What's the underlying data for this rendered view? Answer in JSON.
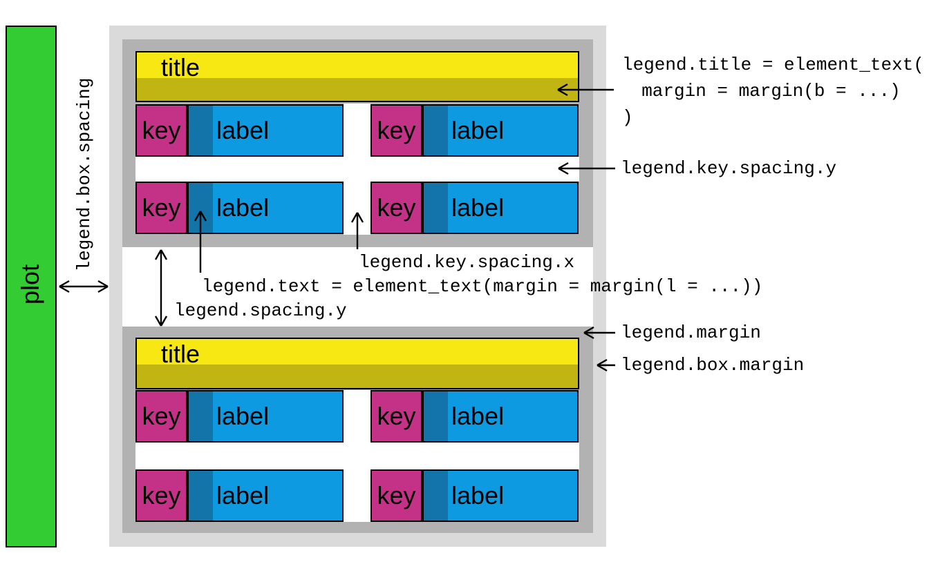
{
  "palette": {
    "green": "#33cc33",
    "gray_light": "#dadada",
    "gray_dark": "#b2b2b2",
    "yellow": "#f7e813",
    "olive": "#c0b512",
    "magenta": "#c43287",
    "blue": "#0d9ae0",
    "blue_dark": "#1274a8",
    "ink": "#000000"
  },
  "plot": {
    "label": "plot"
  },
  "legend": {
    "title": "title",
    "key": "key",
    "label": "label"
  },
  "annotations": {
    "box_spacing": "legend.box.spacing",
    "title_line1": "legend.title = element_text(",
    "title_line2": "  margin = margin(b = ...)",
    "title_line3": ")",
    "key_spacing_y": "legend.key.spacing.y",
    "key_spacing_x": "legend.key.spacing.x",
    "text_margin": "legend.text = element_text(margin = margin(l = ...))",
    "spacing_y": "legend.spacing.y",
    "margin": "legend.margin",
    "box_margin": "legend.box.margin"
  }
}
